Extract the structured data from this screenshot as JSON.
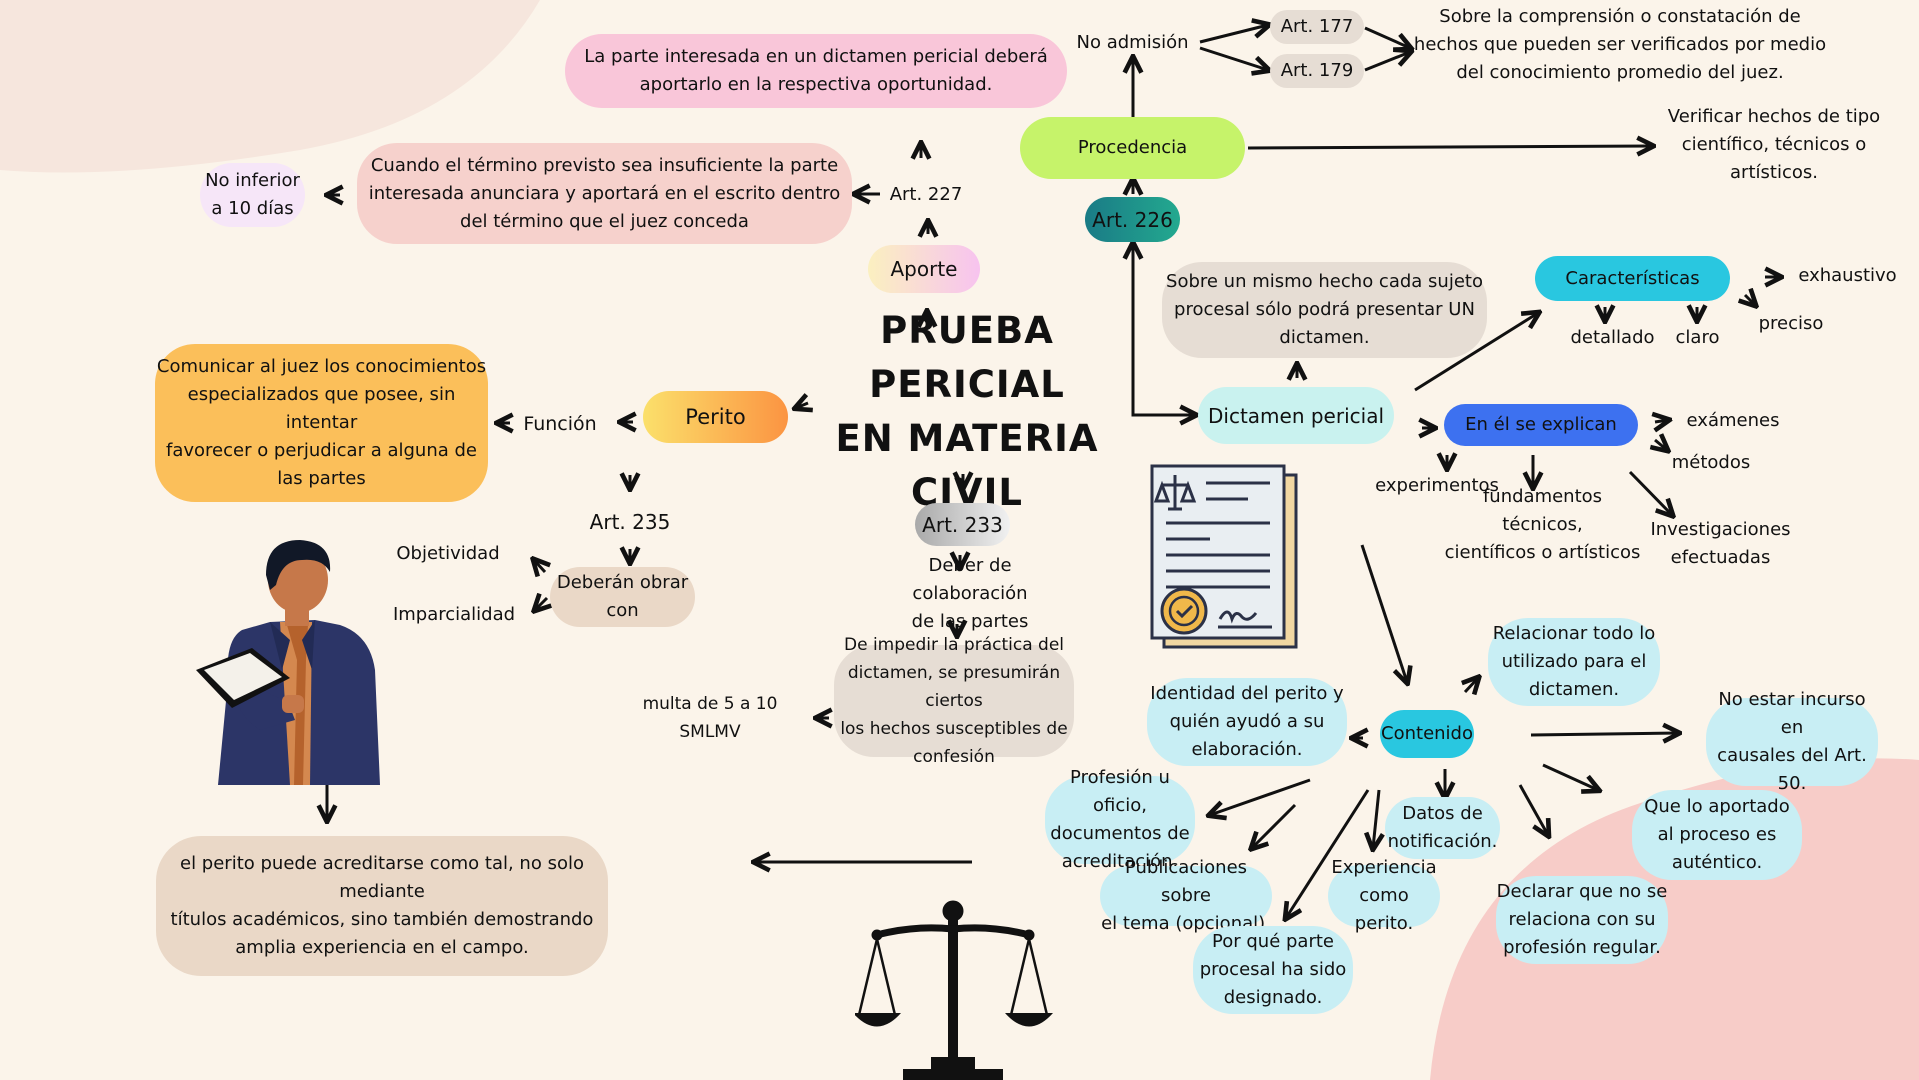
{
  "colors": {
    "background": "#fbf4ea",
    "pink": "#f9c6d9",
    "peach": "#f6d1cc",
    "lilac": "#f6e6f8",
    "lime": "#c6f36a",
    "teal": "#1f9d9a",
    "orange": "#fbbf5a",
    "beige": "#ead8c7",
    "grey": "#e6ddd4",
    "cyan": "#29c7e0",
    "blue": "#3d71f0",
    "light_blue": "#c8eef4",
    "mint": "#c9f2ef"
  },
  "diagram": {
    "title_line1": "PRUEBA PERICIAL",
    "title_line2": "EN MATERIA CIVIL",
    "nodes": {
      "n1": "La parte interesada en un dictamen pericial deberá\naportarlo en la respectiva oportunidad.",
      "n2": "No admisión",
      "n3": "Art. 177",
      "n4": "Art. 179",
      "n5": "Sobre la comprensión o constatación de\nhechos que pueden ser verificados por medio\ndel conocimiento promedio del juez.",
      "n6": "No inferior\na 10 días",
      "n7": "Cuando el término previsto sea insuficiente la parte\ninteresada anunciara y aportará en el escrito  dentro\ndel término que el juez conceda",
      "n8": "Art. 227",
      "n9": "Procedencia",
      "n10": "Verificar hechos de tipo\ncientífico, técnicos o\nartísticos.",
      "n11": "Art. 226",
      "n12": "Aporte",
      "n13": "Sobre un mismo hecho cada sujeto\nprocesal sólo podrá presentar UN\ndictamen.",
      "n14": "Características",
      "n15": "exhaustivo",
      "n16": "detallado",
      "n17": "claro",
      "n18": "preciso",
      "n19": "Comunicar al juez los conocimientos\nespecializados que posee, sin intentar\nfavorecer o perjudicar a alguna de\nlas partes",
      "n20": "Función",
      "n21": "Perito",
      "n22": "Dictamen pericial",
      "n23": "En él se explican",
      "n24": "exámenes",
      "n25": "métodos",
      "n26": "experimentos",
      "n27": "fundamentos técnicos,\ncientíficos o artísticos",
      "n28": "Investigaciones\nefectuadas",
      "n29": "Art. 235",
      "n30": "Art. 233",
      "n31": "Objetividad",
      "n32": "Imparcialidad",
      "n33": "Deberán obrar\ncon",
      "n34": "Deber de colaboración\nde las partes",
      "n35": "De impedir la práctica del\ndictamen, se presumirán ciertos\nlos hechos susceptibles de\nconfesión",
      "n36": "multa de 5 a 10 SMLMV",
      "n37": "Relacionar todo lo\nutilizado para el\ndictamen.",
      "n38": "Identidad del perito y\nquién ayudó a su\nelaboración.",
      "n39": "Contenido",
      "n40": "No estar incurso en\ncausales del Art.\n50.",
      "n41": "Profesión u oficio,\ndocumentos de\nacreditación.",
      "n42": "Datos de\nnotificación.",
      "n43": "Que lo aportado\nal proceso es\nauténtico.",
      "n44": "Publicaciones sobre\nel tema (opcional).",
      "n45": "Experiencia\ncomo perito.",
      "n46": "Declarar que no se\nrelaciona con su\nprofesión  regular.",
      "n47": "Por qué parte\nprocesal ha sido\ndesignado.",
      "n48": "el perito puede acreditarse como tal, no solo\nmediante\ntítulos académicos, sino también demostrando\namplia experiencia en el campo."
    },
    "illustrations": [
      "scales-of-justice-icon",
      "document-certificate-icon",
      "reading-man-illustration"
    ]
  }
}
